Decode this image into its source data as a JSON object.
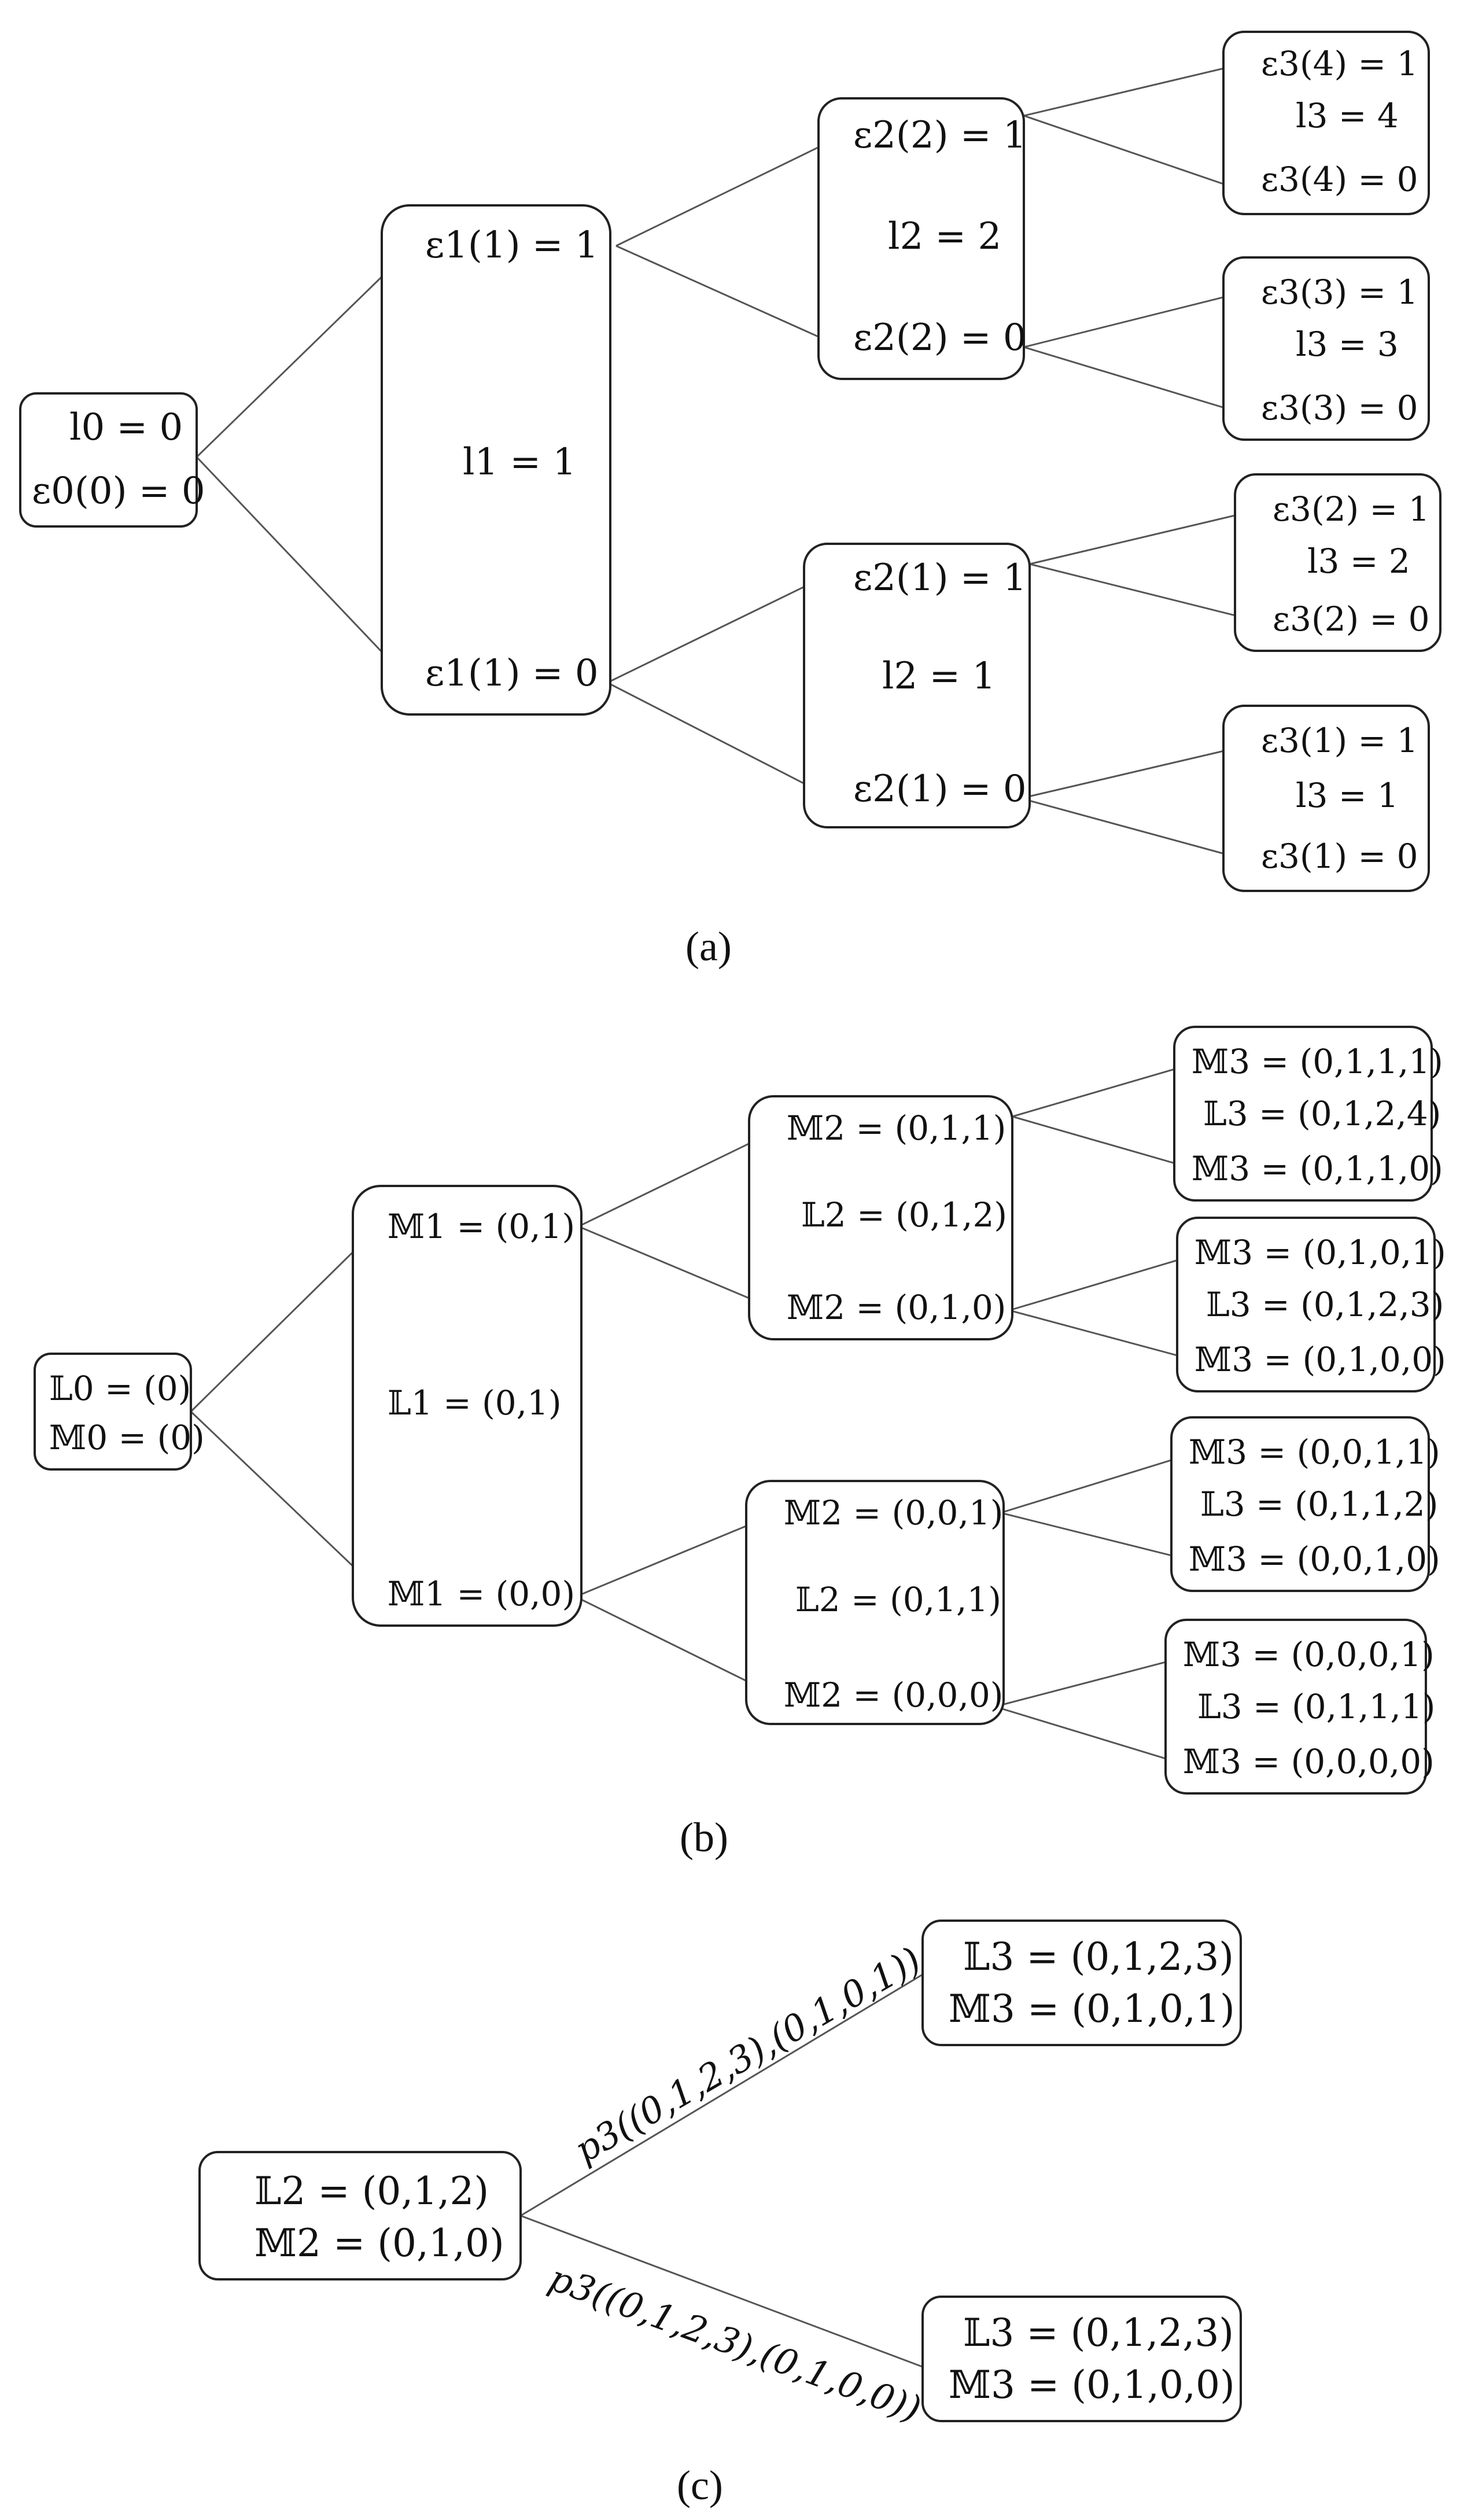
{
  "panel_a": {
    "caption": "(a)",
    "root": [
      "l0 = 0",
      "ε0(0) = 0"
    ],
    "level1": [
      "ε1(1) = 1",
      "l1 = 1",
      "ε1(1) = 0"
    ],
    "level2_top": [
      "ε2(2) = 1",
      "l2 = 2",
      "ε2(2) = 0"
    ],
    "level2_bottom": [
      "ε2(1) = 1",
      "l2 = 1",
      "ε2(1) = 0"
    ],
    "level3": [
      [
        "ε3(4) = 1",
        "l3 = 4",
        "ε3(4) = 0"
      ],
      [
        "ε3(3) = 1",
        "l3 = 3",
        "ε3(3) = 0"
      ],
      [
        "ε3(2) = 1",
        "l3 = 2",
        "ε3(2) = 0"
      ],
      [
        "ε3(1) = 1",
        "l3 = 1",
        "ε3(1) = 0"
      ]
    ]
  },
  "panel_b": {
    "caption": "(b)",
    "root": [
      "𝕃0 = (0)",
      "𝕄0 = (0)"
    ],
    "level1": [
      "𝕄1 = (0,1)",
      "𝕃1 = (0,1)",
      "𝕄1 = (0,0)"
    ],
    "level2_top": [
      "𝕄2 = (0,1,1)",
      "𝕃2 = (0,1,2)",
      "𝕄2 = (0,1,0)"
    ],
    "level2_bottom": [
      "𝕄2 = (0,0,1)",
      "𝕃2 = (0,1,1)",
      "𝕄2 = (0,0,0)"
    ],
    "level3": [
      [
        "𝕄3 = (0,1,1,1)",
        "𝕃3 = (0,1,2,4)",
        "𝕄3 = (0,1,1,0)"
      ],
      [
        "𝕄3 = (0,1,0,1)",
        "𝕃3 = (0,1,2,3)",
        "𝕄3 = (0,1,0,0)"
      ],
      [
        "𝕄3 = (0,0,1,1)",
        "𝕃3 = (0,1,1,2)",
        "𝕄3 = (0,0,1,0)"
      ],
      [
        "𝕄3 = (0,0,0,1)",
        "𝕃3 = (0,1,1,1)",
        "𝕄3 = (0,0,0,0)"
      ]
    ]
  },
  "panel_c": {
    "caption": "(c)",
    "source": [
      "𝕃2 = (0,1,2)",
      "𝕄2 = (0,1,0)"
    ],
    "target_top": [
      "𝕃3 = (0,1,2,3)",
      "𝕄3 = (0,1,0,1)"
    ],
    "target_bottom": [
      "𝕃3 = (0,1,2,3)",
      "𝕄3 = (0,1,0,0)"
    ],
    "edge_top_label": "p3((0,1,2,3),(0,1,0,1))",
    "edge_bottom_label": "p3((0,1,2,3),(0,1,0,0))"
  }
}
